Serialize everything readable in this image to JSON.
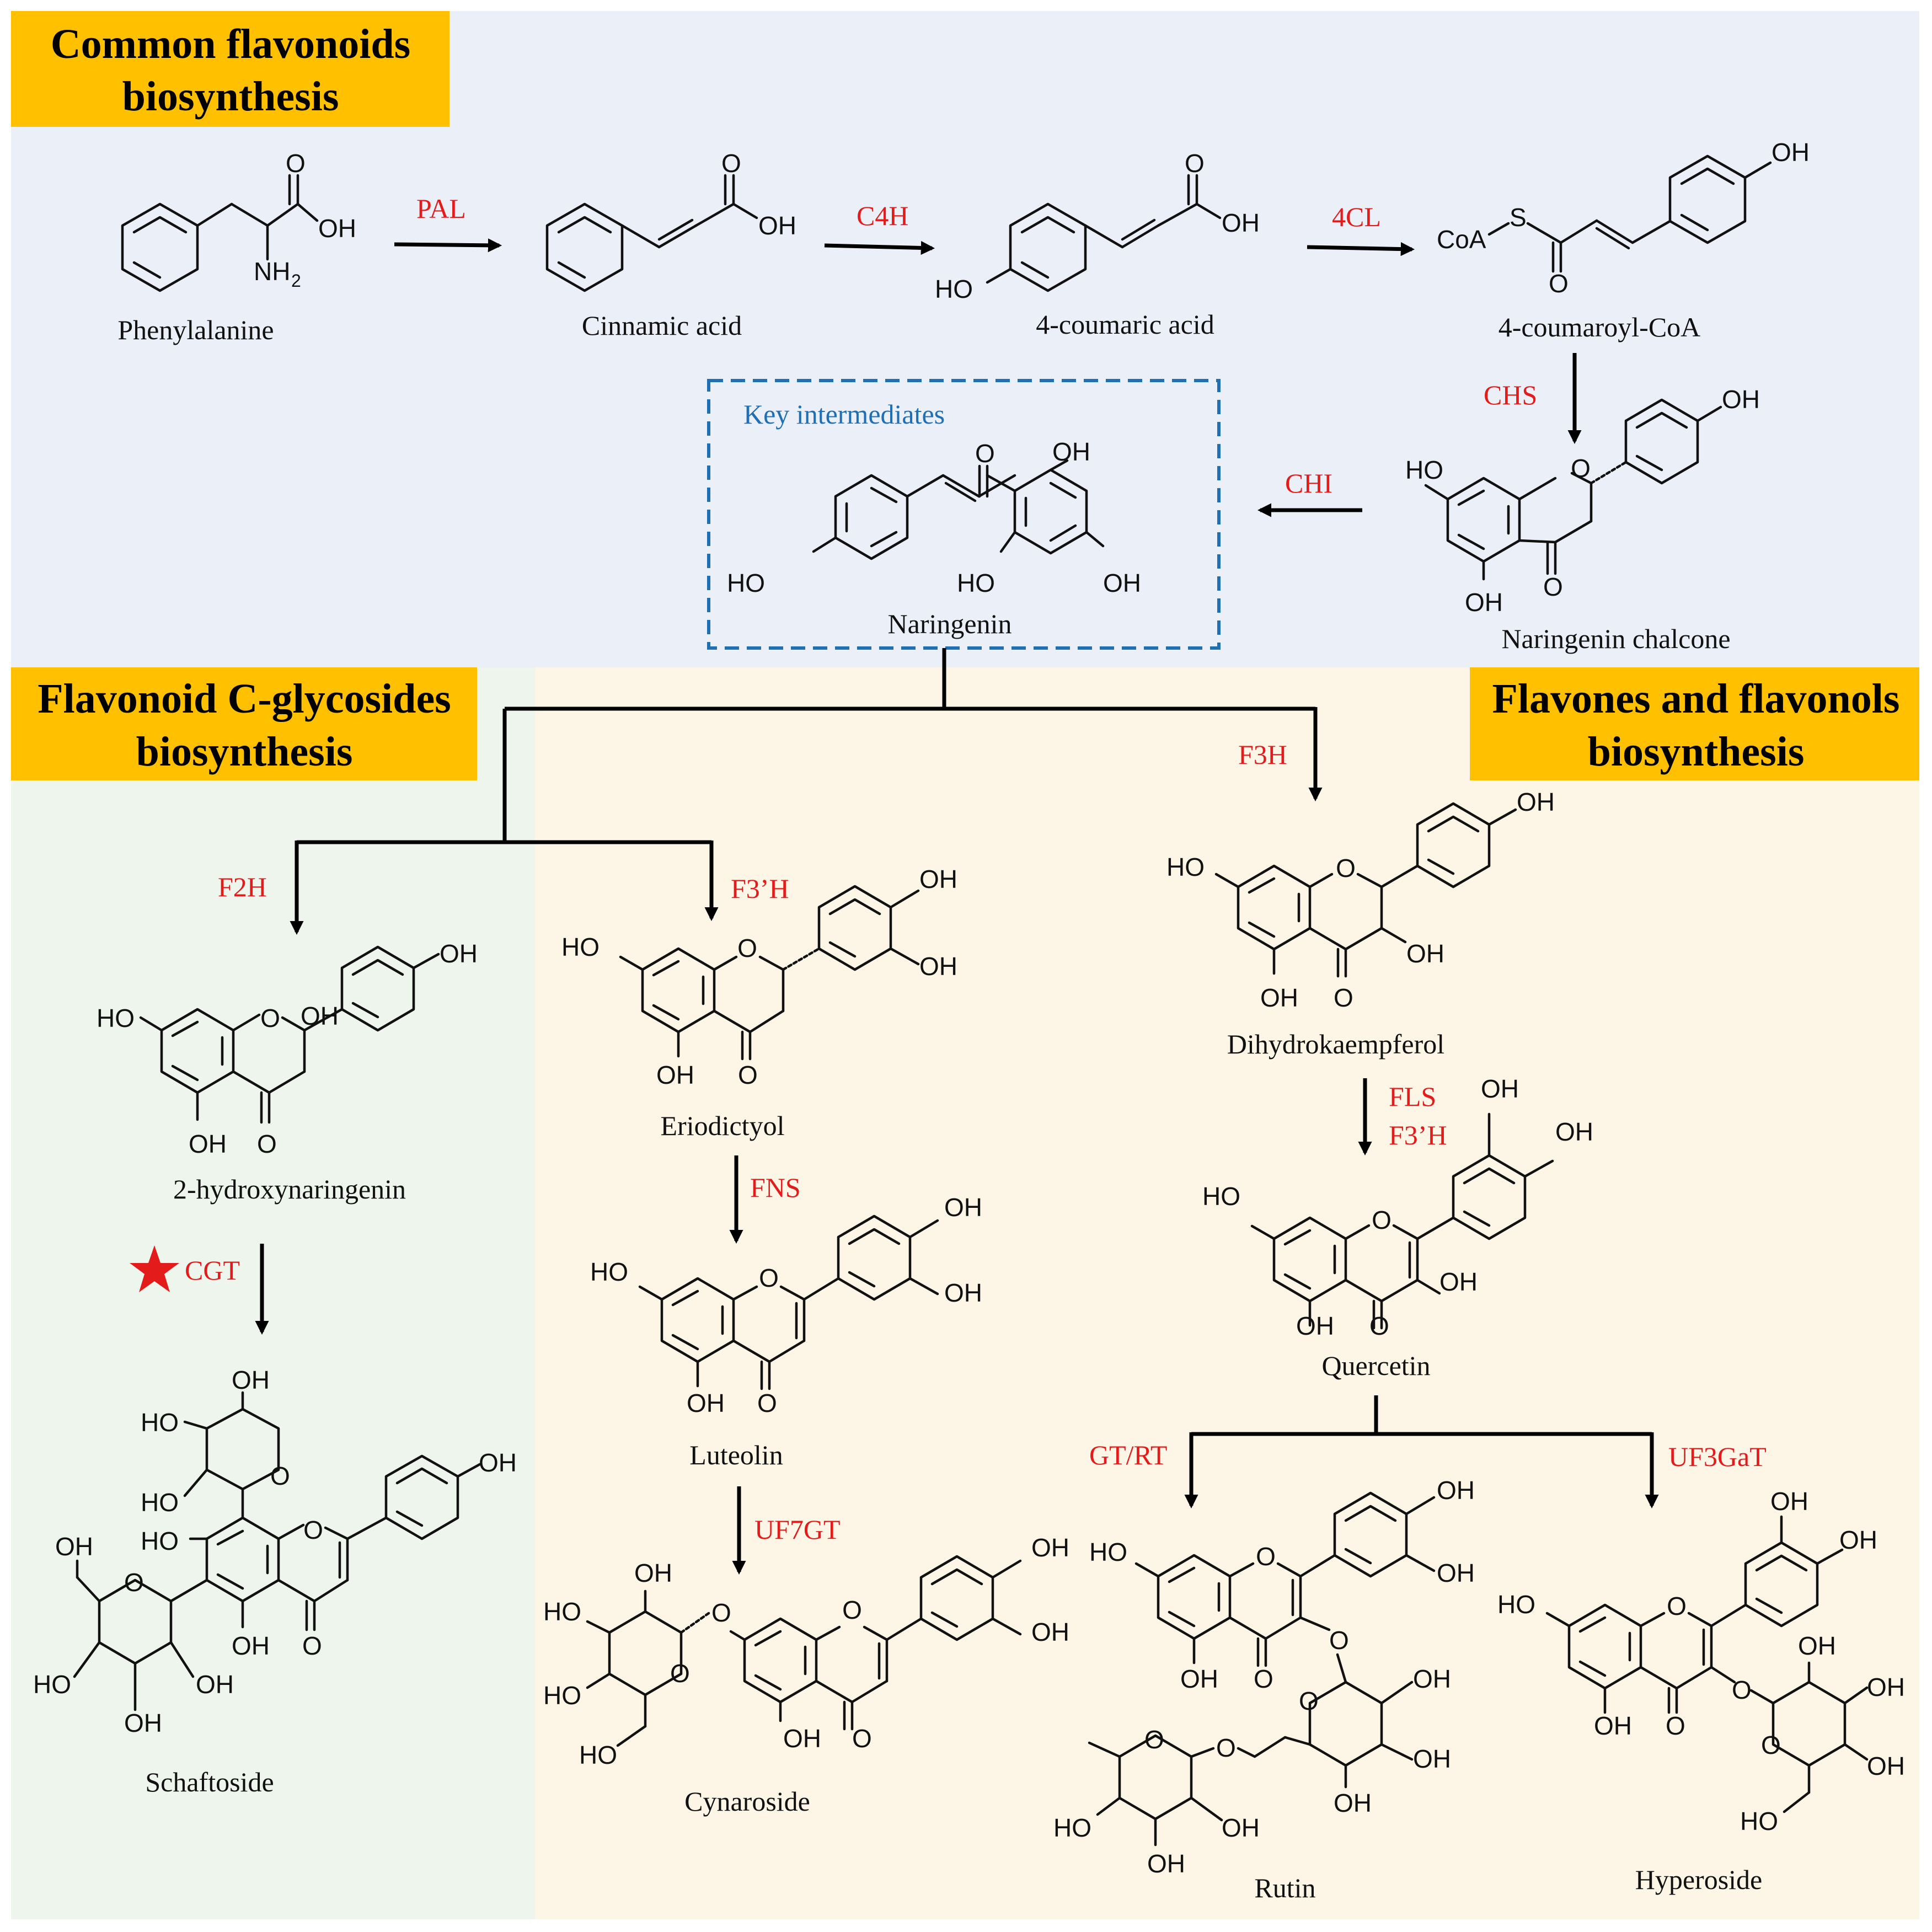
{
  "sections": {
    "common": "Common flavonoids\nbiosynthesis",
    "c_glycosides": "Flavonoid C-glycosides\nbiosynthesis",
    "flavones_flavonols": "Flavones and flavonols\nbiosynthesis"
  },
  "key_intermediates_label": "Key intermediates",
  "compounds": {
    "phenylalanine": "Phenylalanine",
    "cinnamic_acid": "Cinnamic acid",
    "coumaric_acid": "4-coumaric acid",
    "coumaroyl_coa": "4-coumaroyl-CoA",
    "naringenin": "Naringenin",
    "naringenin_chalcone": "Naringenin chalcone",
    "hydroxynaringenin": "2-hydroxynaringenin",
    "schaftoside": "Schaftoside",
    "eriodictyol": "Eriodictyol",
    "luteolin": "Luteolin",
    "cynaroside": "Cynaroside",
    "dihydrokaempferol": "Dihydrokaempferol",
    "quercetin": "Quercetin",
    "rutin": "Rutin",
    "hyperoside": "Hyperoside"
  },
  "enzymes": {
    "pal": "PAL",
    "c4h": "C4H",
    "cl4": "4CL",
    "chs": "CHS",
    "chi": "CHI",
    "f2h": "F2H",
    "f3ph": "F3’H",
    "f3h": "F3H",
    "cgt": "CGT",
    "fns": "FNS",
    "fls": "FLS",
    "f3ph_2": "F3’H",
    "uf7gt": "UF7GT",
    "gtrt": "GT/RT",
    "uf3gat": "UF3GaT"
  },
  "atoms": {
    "OH": "OH",
    "HO": "HO",
    "O": "O",
    "NH": "NH",
    "two": "2",
    "CoA": "CoA",
    "S": "S"
  },
  "colors": {
    "top_band": "#ebeff8",
    "left_band": "#eef5ec",
    "right_band": "#fdf6e6",
    "section_header": "#ffc000",
    "enzyme_text": "#e41b1b",
    "key_box": "#1f6fb5",
    "star": "#e41b1b"
  },
  "icons": {
    "cgt_marker": "red-star-icon"
  }
}
